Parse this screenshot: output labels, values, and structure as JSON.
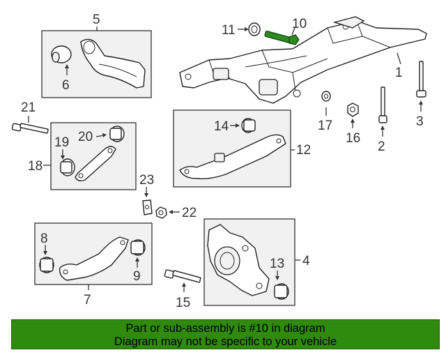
{
  "callouts": {
    "c1": "1",
    "c2": "2",
    "c3": "3",
    "c4": "4",
    "c5": "5",
    "c6": "6",
    "c7": "7",
    "c8": "8",
    "c9": "9",
    "c10": "10",
    "c11": "11",
    "c12": "12",
    "c13": "13",
    "c14": "14",
    "c15": "15",
    "c16": "16",
    "c17": "17",
    "c18": "18",
    "c19": "19",
    "c20": "20",
    "c21": "21",
    "c22": "22",
    "c23": "23"
  },
  "highlighted_part": "10",
  "colors": {
    "banner_background": "#2f8a0e",
    "highlight_part": "#2e8b1f",
    "line_art": "#222222"
  },
  "banner": {
    "line1": "Part or sub-assembly is #10 in diagram",
    "line2": "Diagram may not be specific to your vehicle"
  }
}
